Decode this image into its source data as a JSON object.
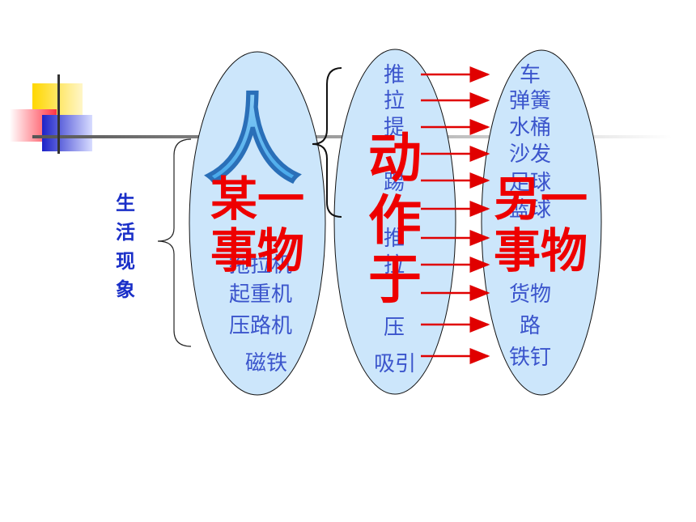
{
  "left_column": {
    "person_glyph": "人",
    "items": [
      "拖拉机",
      "起重机",
      "压路机",
      "磁铁"
    ],
    "big_label_line1": "某一",
    "big_label_line2": "事物"
  },
  "middle_column": {
    "actions": [
      "推",
      "拉",
      "提",
      "踢",
      "推",
      "拉",
      "压",
      "吸引"
    ],
    "big_label_line1": "动",
    "big_label_line2": "作",
    "big_label_line3": "于"
  },
  "right_column": {
    "objects": [
      "车",
      "弹簧",
      "水桶",
      "沙发",
      "足球",
      "篮球",
      "货物",
      "路",
      "铁钉"
    ],
    "big_label_line1": "另一",
    "big_label_line2": "事物"
  },
  "side_label": {
    "chars": [
      "生",
      "活",
      "现",
      "象"
    ]
  },
  "colors": {
    "ellipse_fill": "#cce6fb",
    "text_blue": "#3b55cc",
    "big_red": "#ee0000",
    "arrow_red": "#e00000"
  }
}
